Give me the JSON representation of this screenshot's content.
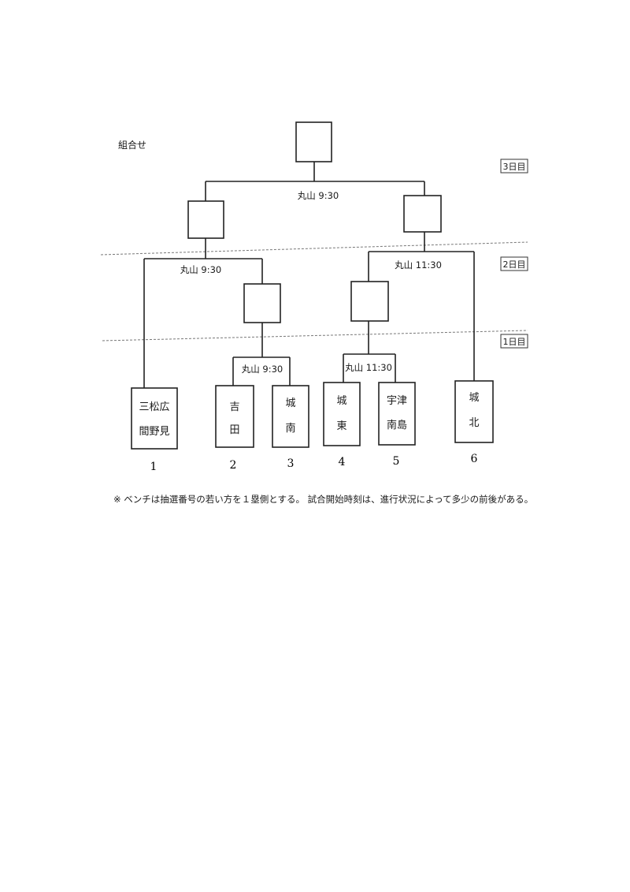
{
  "title": "組合せ",
  "days": [
    "3日目",
    "2日目",
    "1日目"
  ],
  "matches": {
    "final": {
      "venue_time": "丸山 9:30"
    },
    "semi_left": {
      "venue_time": "丸山 9:30"
    },
    "semi_right": {
      "venue_time": "丸山 11:30"
    },
    "first_left": {
      "venue_time": "丸山 9:30"
    },
    "first_right": {
      "venue_time": "丸山 11:30"
    }
  },
  "teams": [
    {
      "seed": "1",
      "lines": [
        "三松広",
        "間野見"
      ]
    },
    {
      "seed": "2",
      "lines": [
        "吉",
        "田"
      ]
    },
    {
      "seed": "3",
      "lines": [
        "城",
        "南"
      ]
    },
    {
      "seed": "4",
      "lines": [
        "城",
        "東"
      ]
    },
    {
      "seed": "5",
      "lines": [
        "宇津",
        "南島"
      ]
    },
    {
      "seed": "6",
      "lines": [
        "城",
        "北"
      ]
    }
  ],
  "note": "※ ベンチは抽選番号の若い方を１塁側とする。 試合開始時刻は、進行状況によって多少の前後がある。"
}
